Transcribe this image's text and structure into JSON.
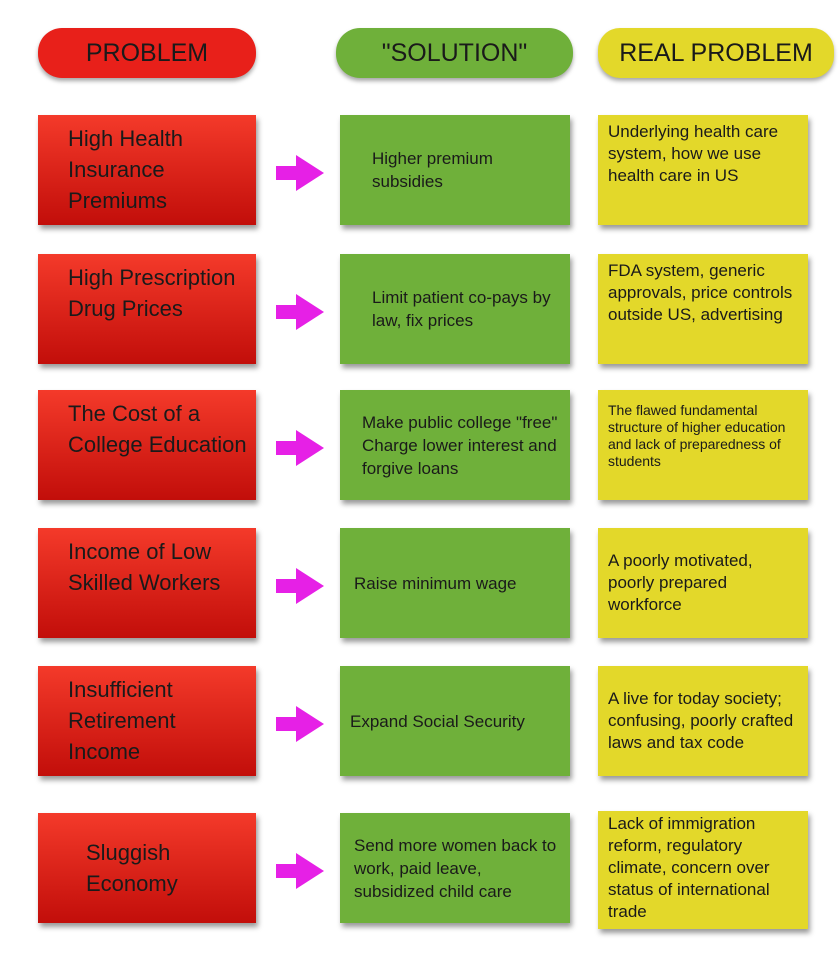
{
  "headers": {
    "problem": "PROBLEM",
    "solution": "\"SOLUTION\"",
    "real_problem": "REAL PROBLEM"
  },
  "colors": {
    "problem": "#e8201a",
    "solution": "#6fb03a",
    "real_problem": "#e3d82a",
    "arrow": "#e620e6"
  },
  "rows": [
    {
      "problem": "High Health Insurance Premiums",
      "solution": "Higher premium subsidies",
      "real_problem": "Underlying health care system, how we use health care in US"
    },
    {
      "problem": "High Prescription Drug Prices",
      "solution": "Limit patient co-pays by law, fix prices",
      "real_problem": "FDA system, generic approvals, price controls outside US, advertising"
    },
    {
      "problem": "The Cost of a College Education",
      "solution": "Make public college \"free\" Charge lower interest and forgive loans",
      "real_problem": "The flawed fundamental structure of higher education and lack of preparedness of students"
    },
    {
      "problem": "Income of Low Skilled Workers",
      "solution": "Raise minimum wage",
      "real_problem": "A poorly motivated, poorly prepared workforce"
    },
    {
      "problem": "Insufficient Retirement Income",
      "solution": "Expand Social Security",
      "real_problem": "A live for today society; confusing, poorly crafted laws and tax code"
    },
    {
      "problem": "Sluggish Economy",
      "solution": "Send more women back to work, paid leave, subsidized child care",
      "real_problem": "Lack of immigration reform, regulatory climate, concern over status of international trade"
    }
  ]
}
